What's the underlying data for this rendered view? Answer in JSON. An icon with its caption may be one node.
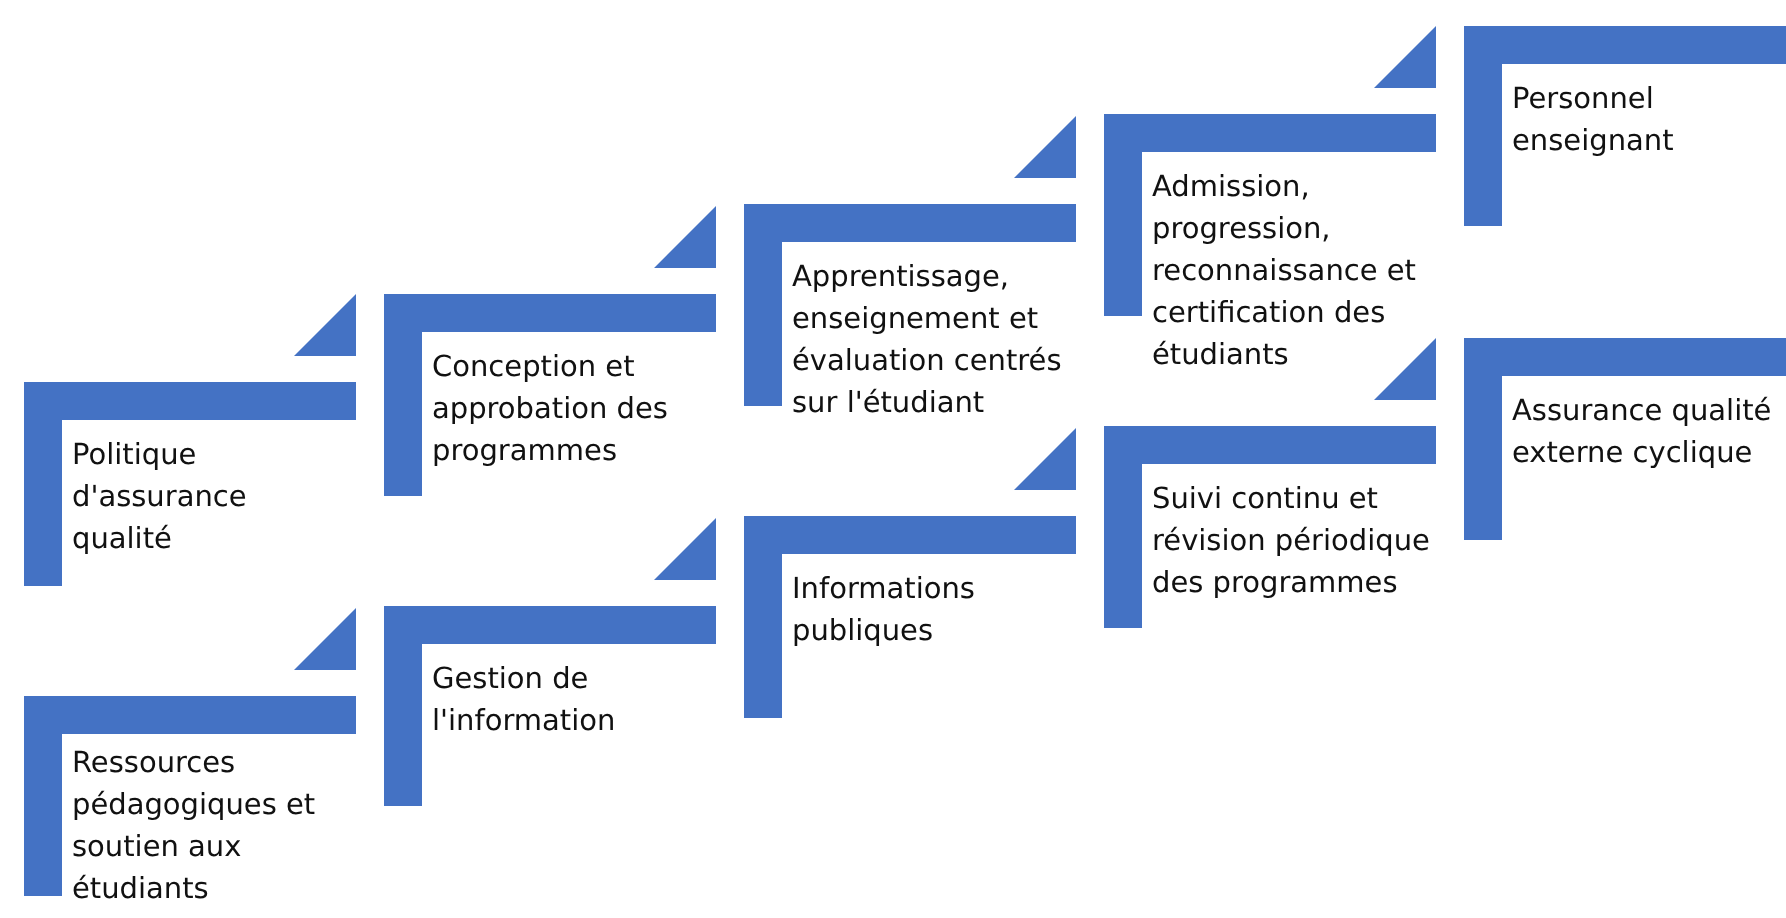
{
  "diagram": {
    "nodes": [
      {
        "text": [
          "Politique d'assurance qualité"
        ]
      },
      {
        "text": [
          "Conception et approbation des programmes"
        ]
      },
      {
        "text": [
          "Apprentissage, enseignement et évaluation centrés sur l'étudiant"
        ]
      },
      {
        "text": [
          "Admission, progression, reconnaissance et certification des étudiants"
        ]
      },
      {
        "text": [
          "Personnel enseignant"
        ]
      },
      {
        "text": [
          "Ressources pédagogiques et soutien aux étudiants"
        ]
      },
      {
        "text": [
          "Gestion de l'information"
        ]
      },
      {
        "text": [
          "Informations publiques"
        ]
      },
      {
        "text": [
          "Suivi continu et révision périodique des programmes"
        ]
      },
      {
        "text": [
          "Assurance qualité externe cyclique"
        ]
      }
    ]
  }
}
